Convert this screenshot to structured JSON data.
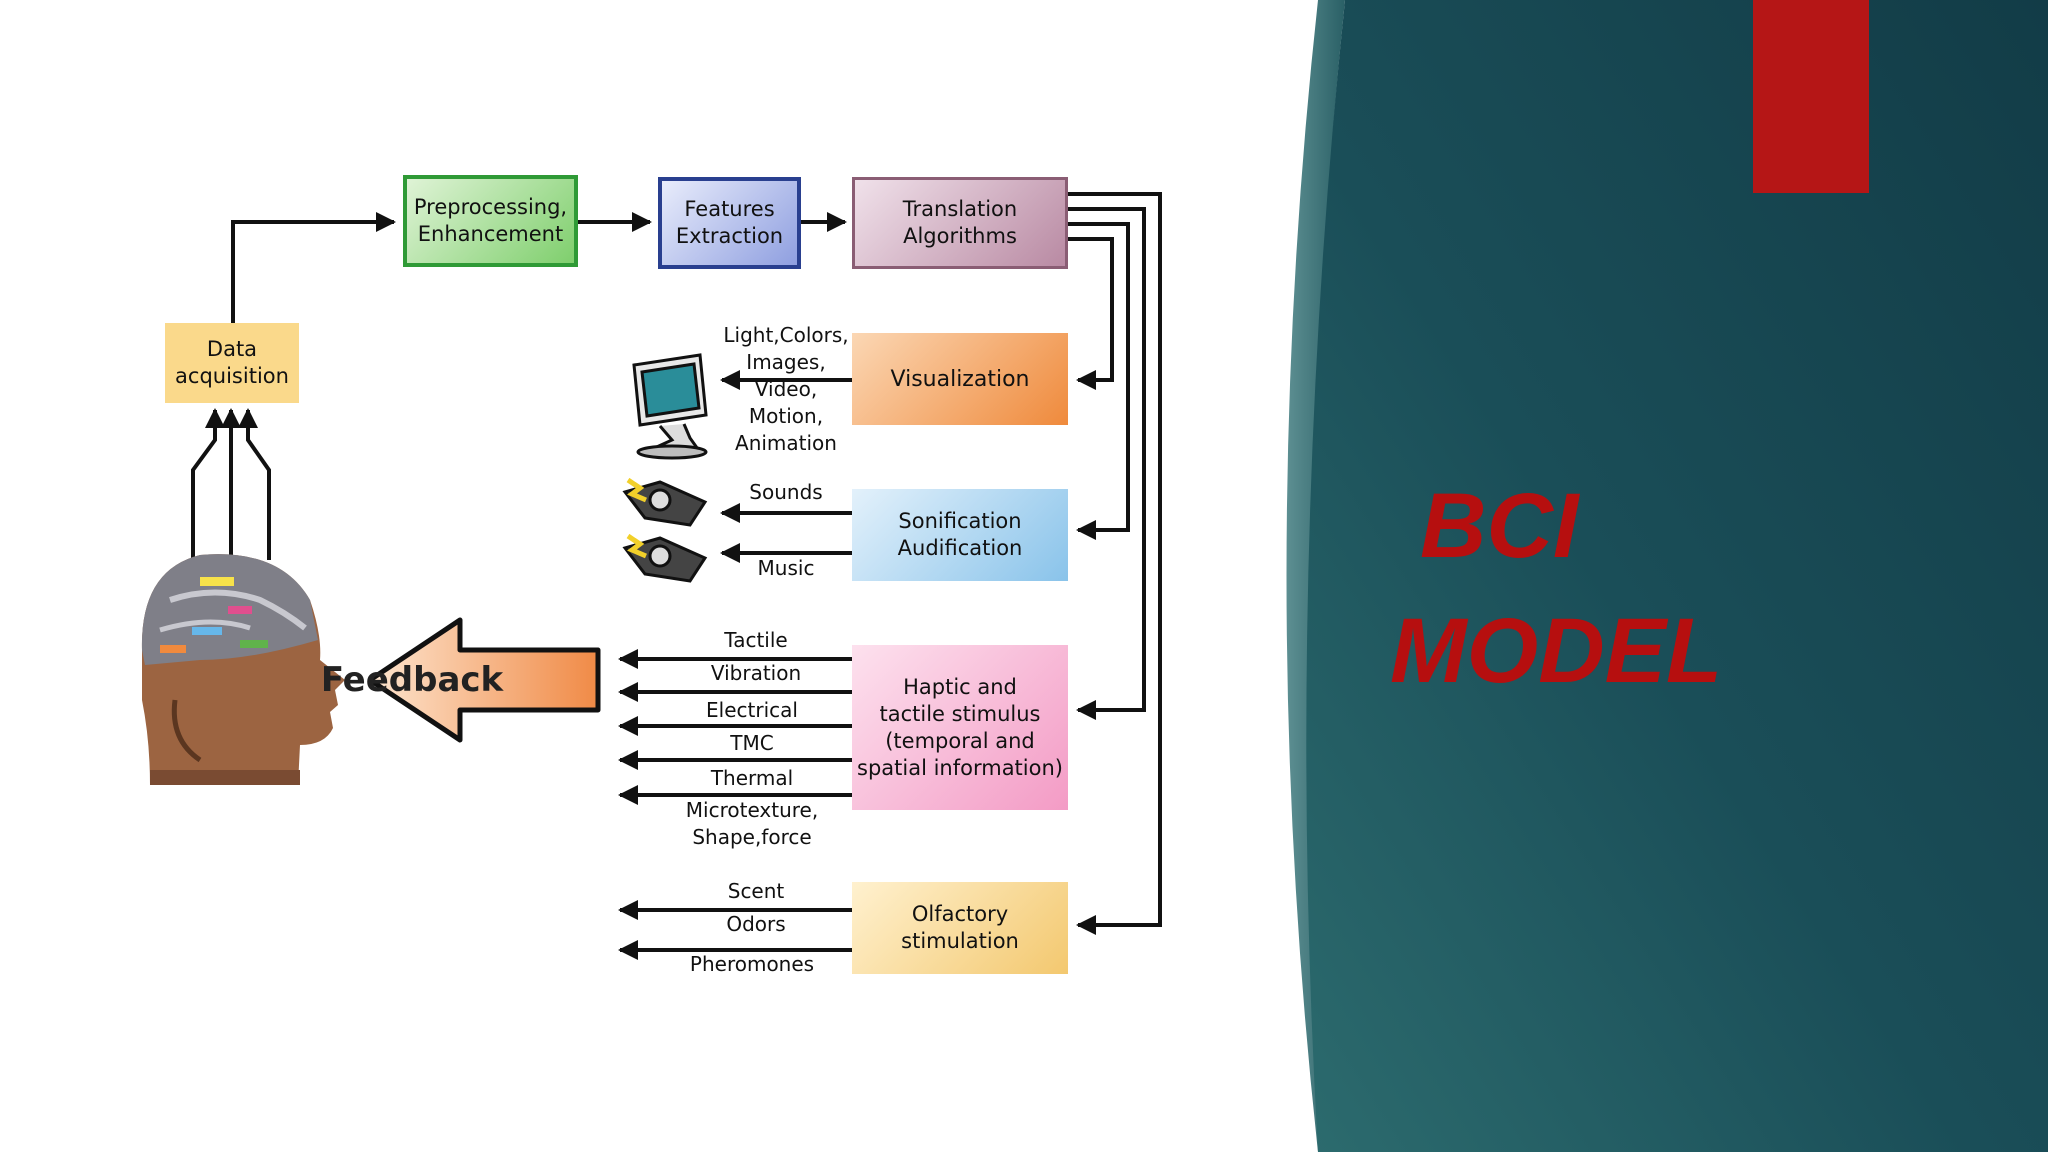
{
  "slide": {
    "title_line1": "BCI",
    "title_line2": "MODEL",
    "colors": {
      "panel": "#16454f",
      "panel_light": "#2f6f73",
      "accent_bar": "#b51616",
      "title": "#b60f0f"
    }
  },
  "diagram": {
    "boxes": {
      "data_acquisition": "Data\nacquisition",
      "preprocessing": "Preprocessing,\nEnhancement",
      "features": "Features\nExtraction",
      "translation": "Translation\nAlgorithms",
      "visualization": "Visualization",
      "sonification": "Sonification\nAudification",
      "haptic": "Haptic and\ntactile stimulus\n(temporal and\nspatial information)",
      "olfactory": "Olfactory\nstimulation"
    },
    "feedback": "Feedback",
    "visual_outputs": "Light,Colors,\nImages,\nVideo,\nMotion,\nAnimation",
    "audio_outputs": [
      "Sounds",
      "Music"
    ],
    "haptic_outputs": [
      "Tactile",
      "Vibration",
      "Electrical",
      "TMC",
      "Thermal",
      "Microtexture,\nShape,force"
    ],
    "olfactory_outputs": [
      "Scent",
      "Odors",
      "Pheromones"
    ],
    "icons": [
      "monitor-icon",
      "speaker-icon",
      "head-brain-icon",
      "feedback-arrow-icon"
    ]
  }
}
